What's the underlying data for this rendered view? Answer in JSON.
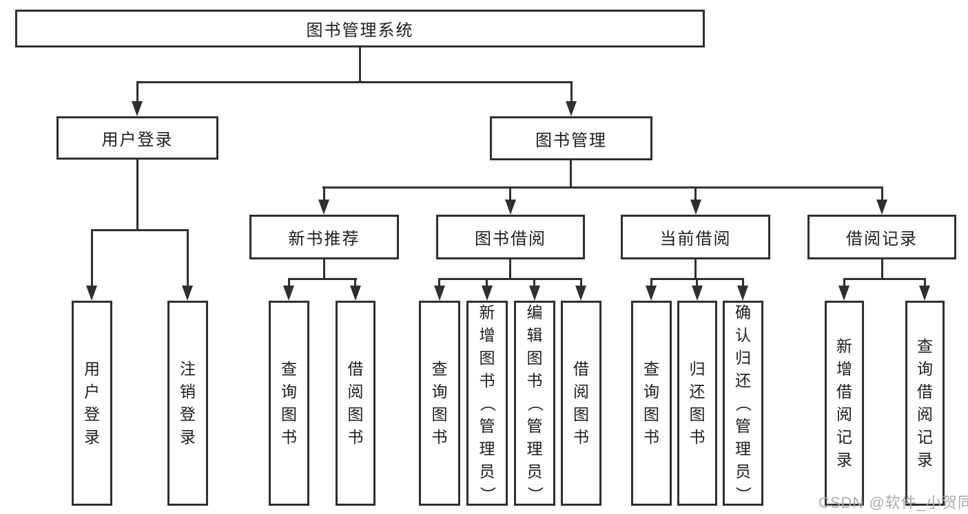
{
  "diagram": {
    "root": {
      "label": "图书管理系统"
    },
    "branches": [
      {
        "label": "用户登录",
        "children": [
          "用户登录",
          "注销登录"
        ]
      },
      {
        "label": "图书管理",
        "groups": [
          {
            "label": "新书推荐",
            "children": [
              "查询图书",
              "借阅图书"
            ]
          },
          {
            "label": "图书借阅",
            "children": [
              "查询图书",
              "新增图书（管理员）",
              "编辑图书（管理员）",
              "借阅图书"
            ]
          },
          {
            "label": "当前借阅",
            "children": [
              "查询图书",
              "归还图书",
              "确认归还（管理员）"
            ]
          },
          {
            "label": "借阅记录",
            "children": [
              "新增借阅记录",
              "查询借阅记录"
            ]
          }
        ]
      }
    ]
  },
  "watermark": {
    "text": "CSDN @软件_小贺同学",
    "color": "#aaaaaa"
  },
  "colors": {
    "line": "#2f2f2f",
    "box_border": "#2f2f2f",
    "text": "#1d1d1d",
    "background": "#ffffff"
  }
}
